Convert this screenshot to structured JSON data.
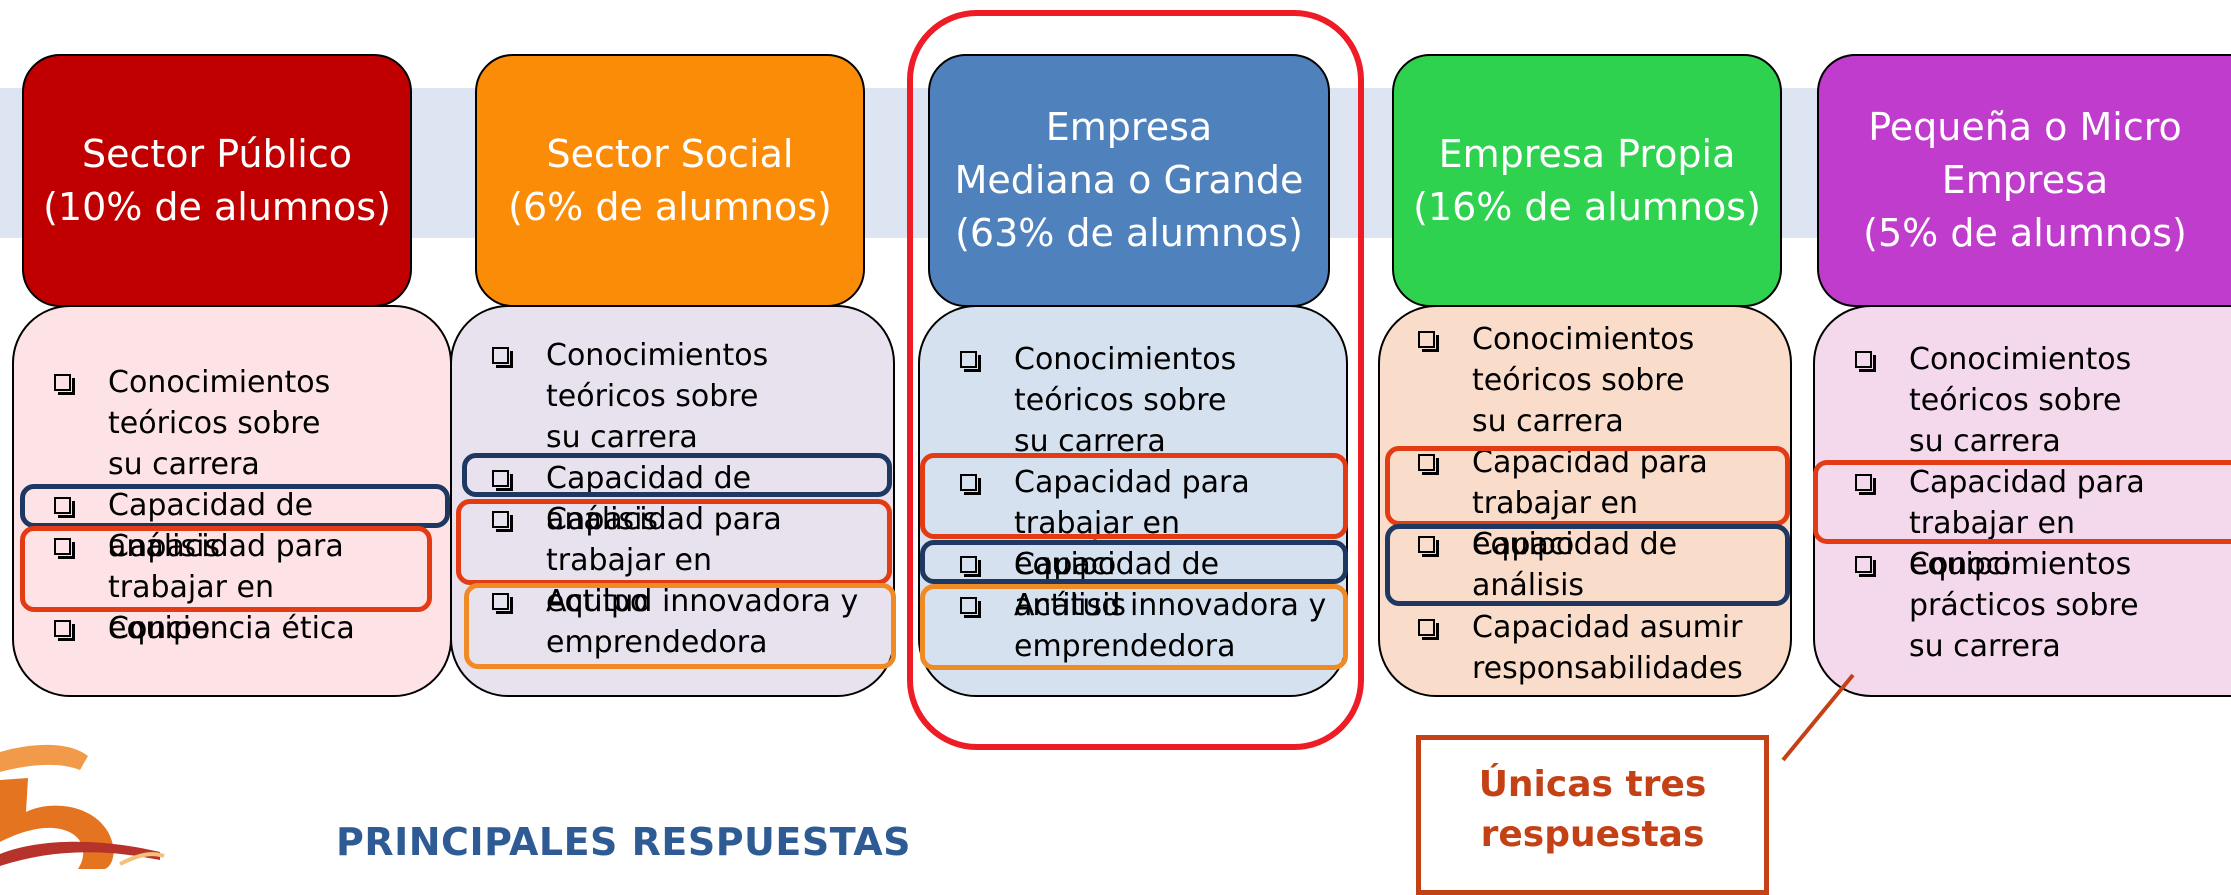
{
  "columns": [
    {
      "title": "Sector Público\n(10% de alumnos)",
      "color": "#c00000",
      "body_color": "#fde3e5",
      "items": [
        "Conocimientos teóricos sobre su carrera",
        "Capacidad de análisis",
        "Capacidad para trabajar en equipo",
        "Conciencia ética"
      ]
    },
    {
      "title": "Sector Social\n(6% de alumnos)",
      "color": "#fb8c07",
      "body_color": "#e8e2ee",
      "items": [
        "Conocimientos teóricos sobre su carrera",
        "Capacidad de análisis",
        "Capacidad para trabajar en equipo",
        "Actitud innovadora y emprendedora"
      ]
    },
    {
      "title": "Empresa\nMediana o Grande\n(63% de alumnos)",
      "color": "#4f81bd",
      "body_color": "#d6e1ef",
      "items": [
        "Conocimientos teóricos sobre su carrera",
        "Capacidad para trabajar en equipo",
        "Capacidad de análisis",
        "Actitud innovadora y emprendedora"
      ]
    },
    {
      "title": "Empresa Propia\n(16% de alumnos)",
      "color": "#2fd24f",
      "body_color": "#fadccb",
      "items": [
        "Conocimientos teóricos sobre su carrera",
        "Capacidad para trabajar en equipo",
        "Capacidad de análisis",
        "Capacidad  asumir responsabilidades"
      ]
    },
    {
      "title": "Pequeña o Micro\nEmpresa\n(5% de alumnos)",
      "color": "#bf3ccc",
      "body_color": "#f4d9ec",
      "items": [
        "Conocimientos teóricos sobre su carrera",
        "Capacidad para trabajar en equipo",
        "Conocimientos prácticos sobre su carrera"
      ]
    }
  ],
  "callout": "Únicas tres\nrespuestas",
  "footer_title": "PRINCIPALES RESPUESTAS",
  "highlight_colors": {
    "analysis": "#1f3862",
    "teamwork": "#e33b14",
    "innovation": "#f08a24"
  },
  "focus_color": "#ee1c24"
}
